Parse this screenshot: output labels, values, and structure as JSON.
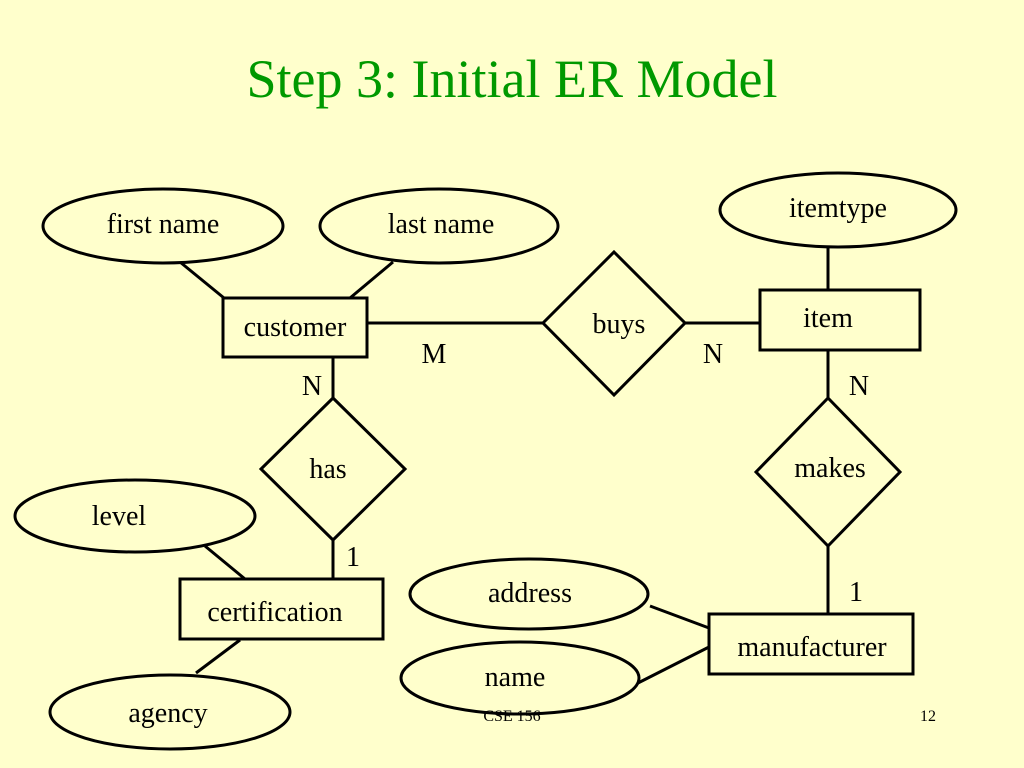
{
  "slide": {
    "title": "Step 3: Initial ER Model",
    "footer_course": "CSE 156",
    "page_number": "12",
    "title_color": "#009900",
    "background_color": "#ffffcc"
  },
  "diagram": {
    "entities": {
      "customer": "customer",
      "item": "item",
      "certification": "certification",
      "manufacturer": "manufacturer"
    },
    "relationships": {
      "buys": "buys",
      "has": "has",
      "makes": "makes"
    },
    "attributes": {
      "first_name": "first name",
      "last_name": "last name",
      "itemtype": "itemtype",
      "level": "level",
      "agency": "agency",
      "address": "address",
      "name": "name"
    },
    "cardinalities": {
      "customer_buys": "M",
      "item_buys": "N",
      "customer_has": "N",
      "certification_has": "1",
      "item_makes": "N",
      "manufacturer_makes": "1"
    }
  }
}
